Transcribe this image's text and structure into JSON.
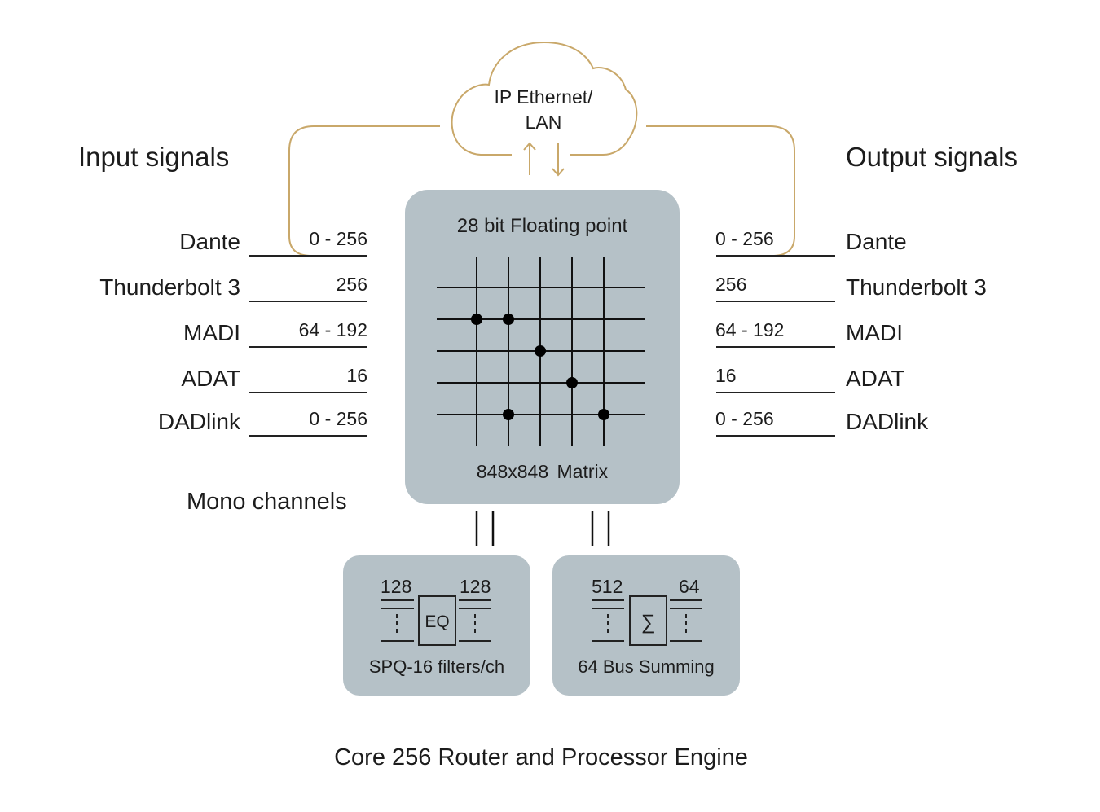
{
  "colors": {
    "accent_gold": "#c9a86a",
    "panel_gray": "#b5c1c7",
    "ink": "#1c1c1c"
  },
  "cloud": {
    "line1": "IP Ethernet/",
    "line2": "LAN",
    "arrows": [
      "arrow-up",
      "arrow-down"
    ]
  },
  "inputs": {
    "heading": "Input signals",
    "signals": [
      {
        "name": "Dante",
        "count": "0 - 256"
      },
      {
        "name": "Thunderbolt 3",
        "count": "256"
      },
      {
        "name": "MADI",
        "count": "64 - 192"
      },
      {
        "name": "ADAT",
        "count": "16"
      },
      {
        "name": "DADlink",
        "count": "0 - 256"
      }
    ],
    "footnote": "Mono channels"
  },
  "outputs": {
    "heading": "Output signals",
    "signals": [
      {
        "name": "Dante",
        "count": "0 - 256"
      },
      {
        "name": "Thunderbolt 3",
        "count": "256"
      },
      {
        "name": "MADI",
        "count": "64 - 192"
      },
      {
        "name": "ADAT",
        "count": "16"
      },
      {
        "name": "DADlink",
        "count": "0 - 256"
      }
    ]
  },
  "matrix": {
    "title": "28 bit Floating point",
    "caption": "848x848  Matrix",
    "grid_rows": 5,
    "grid_cols": 5,
    "crosspoints": [
      [
        1,
        0
      ],
      [
        1,
        1
      ],
      [
        2,
        2
      ],
      [
        3,
        3
      ],
      [
        4,
        1
      ],
      [
        4,
        4
      ]
    ]
  },
  "eq_block": {
    "in_count": "128",
    "out_count": "128",
    "symbol": "EQ",
    "caption": "SPQ-16 filters/ch"
  },
  "sum_block": {
    "in_count": "512",
    "out_count": "64",
    "symbol": "∑",
    "caption": "64 Bus Summing"
  },
  "footer": "Core 256 Router and Processor Engine"
}
